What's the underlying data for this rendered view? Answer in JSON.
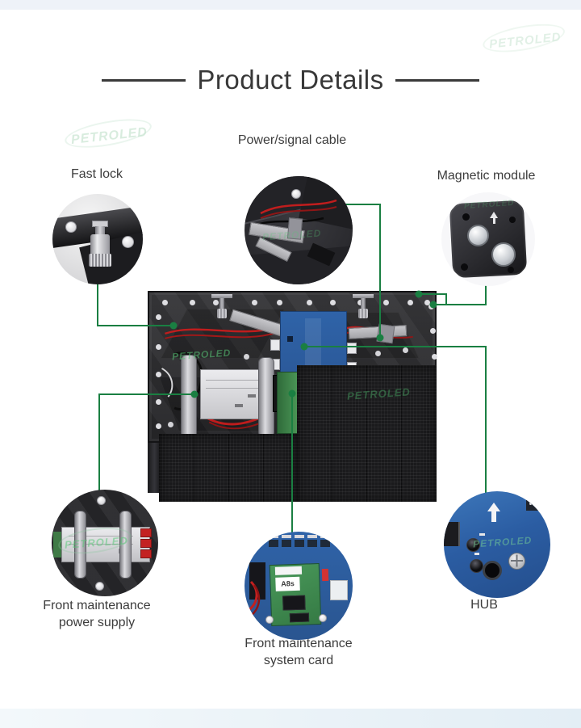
{
  "page": {
    "title": "Product Details"
  },
  "brand": {
    "watermark_text": "PETROLED"
  },
  "callouts": {
    "power_signal_cable": {
      "label": "Power/signal cable"
    },
    "fast_lock": {
      "label": "Fast lock"
    },
    "magnetic_module": {
      "label": "Magnetic module"
    },
    "front_maintenance_power_supply": {
      "label_line1": "Front maintenance",
      "label_line2": "power supply"
    },
    "front_maintenance_system_card": {
      "label_line1": "Front maintenance",
      "label_line2": "system card"
    },
    "hub": {
      "label": "HUB"
    }
  },
  "photo": {
    "system_card_text": "A8s"
  },
  "colors": {
    "accent_green": "#1a7f42",
    "pcb_blue": "#2b5c9c",
    "title_text": "#383838",
    "strip_blue": "#eef2f8"
  }
}
